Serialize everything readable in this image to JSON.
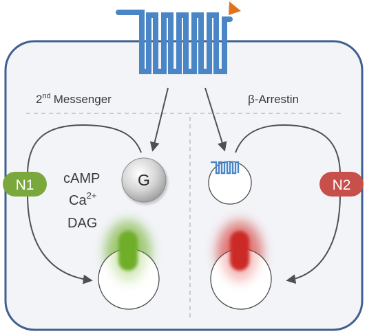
{
  "labels": {
    "second_messenger_prefix": "2",
    "second_messenger_sup": "nd",
    "second_messenger_word": "Messenger",
    "beta_arrestin": "β-Arrestin",
    "camp": "cAMP",
    "ca": "Ca",
    "ca_sup": "2+",
    "dag": "DAG",
    "g_protein": "G"
  },
  "badges": {
    "n1": {
      "label": "N1",
      "color": "#7aa83c"
    },
    "n2": {
      "label": "N2",
      "color": "#c8504b"
    }
  },
  "colors": {
    "cell_fill": "#f2f4f8",
    "cell_border": "#3f5f8f",
    "receptor": "#4a86c5",
    "ligand": "#e0741e",
    "arrow": "#4f4f4f",
    "divider": "#bdbdbd",
    "green_glow": "#6fae2c",
    "red_glow": "#d0302c"
  }
}
